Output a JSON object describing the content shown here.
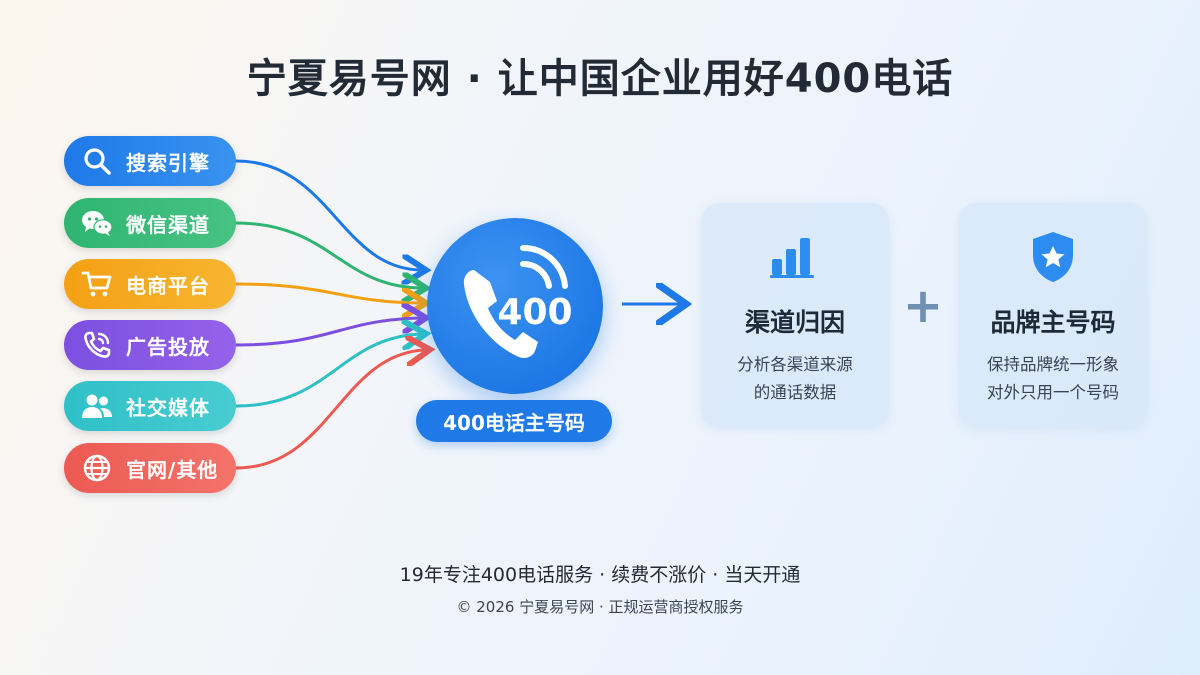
{
  "title": "宁夏易号网 · 让中国企业用好400电话",
  "channels": [
    {
      "label": "搜索引擎",
      "icon": "search-icon",
      "color": "#1e79e8"
    },
    {
      "label": "微信渠道",
      "icon": "wechat-icon",
      "color": "#2fb571"
    },
    {
      "label": "电商平台",
      "icon": "cart-icon",
      "color": "#f4a013"
    },
    {
      "label": "广告投放",
      "icon": "phone-call-icon",
      "color": "#7c4fe0"
    },
    {
      "label": "社交媒体",
      "icon": "users-icon",
      "color": "#2fc0c7"
    },
    {
      "label": "官网/其他",
      "icon": "globe-icon",
      "color": "#ec5a52"
    }
  ],
  "hub": {
    "number": "400",
    "label": "400电话主号码",
    "icon": "phone-icon",
    "color": "#1f79e6"
  },
  "cards": [
    {
      "title": "渠道归因",
      "desc_line1": "分析各渠道来源",
      "desc_line2": "的通话数据",
      "icon": "bar-chart-icon"
    },
    {
      "title": "品牌主号码",
      "desc_line1": "保持品牌统一形象",
      "desc_line2": "对外只用一个号码",
      "icon": "shield-star-icon"
    }
  ],
  "connector": "+",
  "footer": {
    "main": "19年专注400电话服务 · 续费不涨价 · 当天开通",
    "copyright": "© 2026 宁夏易号网 · 正规运营商授权服务"
  }
}
